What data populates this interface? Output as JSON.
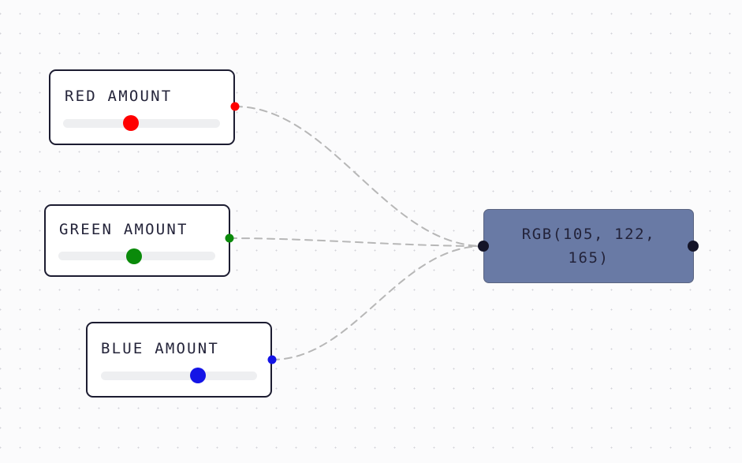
{
  "canvas": {
    "background_color": "#fbfbfc",
    "grid_dot_color": "#d2d2d8",
    "grid_spacing": 25
  },
  "nodes": [
    {
      "id": "red",
      "title": "RED AMOUNT",
      "accent_color": "#ff0000",
      "slider_value_pct": 43,
      "handle_name": "red-output-handle"
    },
    {
      "id": "green",
      "title": "GREEN AMOUNT",
      "accent_color": "#0a8a0a",
      "slider_value_pct": 48,
      "handle_name": "green-output-handle"
    },
    {
      "id": "blue",
      "title": "BLUE AMOUNT",
      "accent_color": "#1414e6",
      "slider_value_pct": 62,
      "handle_name": "blue-output-handle"
    }
  ],
  "output": {
    "label": "RGB(105, 122, 165)",
    "fill_color": "#697aa5",
    "border_color": "#5a6480",
    "text_color": "#23233a"
  },
  "edges": {
    "stroke_color": "#b7b7b7",
    "dash_pattern": "9 7",
    "stroke_width": 2
  }
}
